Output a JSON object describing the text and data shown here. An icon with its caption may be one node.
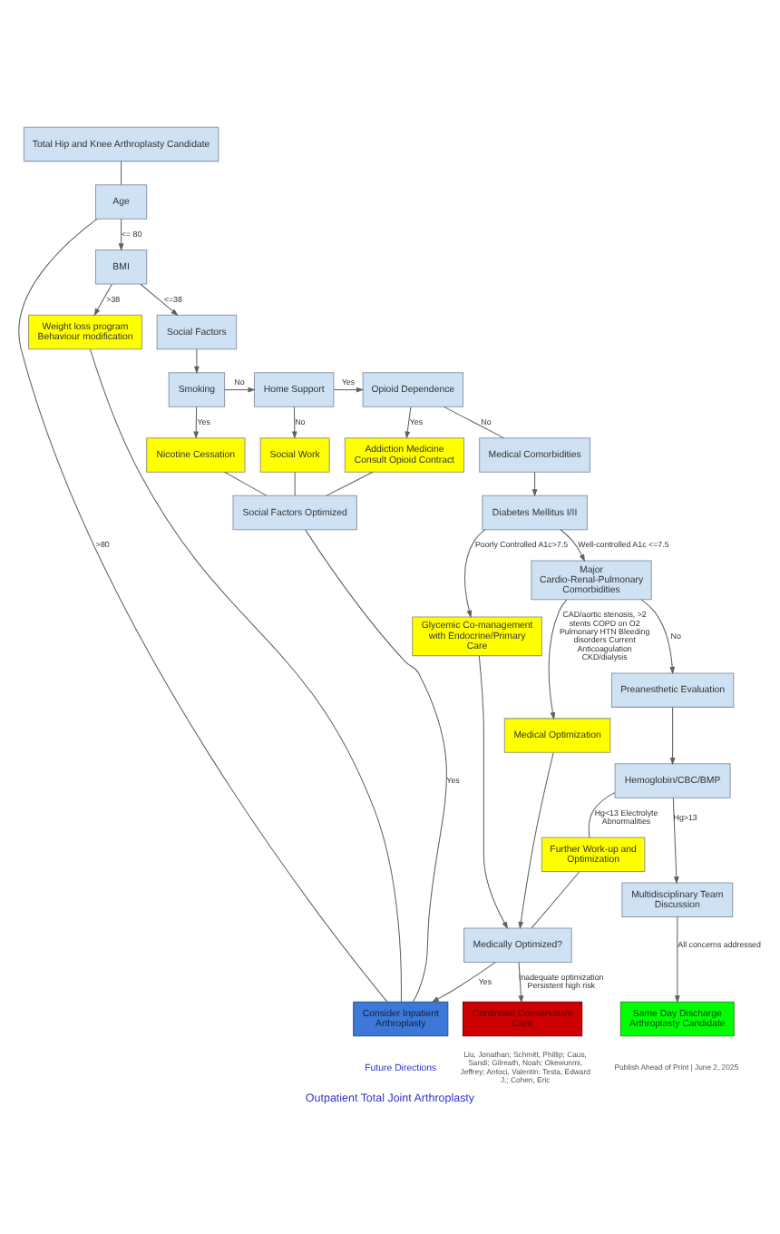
{
  "diagram": {
    "caption": "Outpatient Total Joint Arthroplasty",
    "nodes": [
      {
        "text": [
          "Total Hip and Knee Arthroplasty Candidate"
        ]
      },
      {
        "text": [
          "Age"
        ]
      },
      {
        "text": [
          "BMI"
        ]
      },
      {
        "text": [
          "Weight loss program Behaviour modification"
        ]
      },
      {
        "text": [
          "Social Factors"
        ]
      },
      {
        "text": [
          "Smoking"
        ]
      },
      {
        "text": [
          "Home Support"
        ]
      },
      {
        "text": [
          "Opioid Dependence"
        ]
      },
      {
        "text": [
          "Nicotine Cessation"
        ]
      },
      {
        "text": [
          "Social Work"
        ]
      },
      {
        "text": [
          "Addiction Medicine Consult Opioid Contract"
        ]
      },
      {
        "text": [
          "Social Factors Optimized"
        ]
      },
      {
        "text": [
          "Medical Comorbidities"
        ]
      },
      {
        "text": [
          "Diabetes Mellitus I/II"
        ]
      },
      {
        "text": [
          "Glycemic Co-management with Endocrine/Primary Care"
        ]
      },
      {
        "text": [
          "Major Cardio-Renal-Pulmonary Comorbidities"
        ]
      },
      {
        "text": [
          "Medical Optimization"
        ]
      },
      {
        "text": [
          "Preanesthetic Evaluation"
        ]
      },
      {
        "text": [
          "Hemoglobin/CBC/BMP"
        ]
      },
      {
        "text": [
          "Further Work-up and Optimization"
        ]
      },
      {
        "text": [
          "Multidisciplinary Team Discussion"
        ]
      },
      {
        "text": [
          "Medically Optimized?"
        ]
      },
      {
        "text": [
          "Consider Inpatient Arthroplasty"
        ]
      },
      {
        "text": [
          "Continued Conservative Care"
        ]
      },
      {
        "text": [
          "Same Day Discharge Arthroplasty Candidate"
        ]
      }
    ],
    "edges": [
      {
        "from": 0,
        "to": 1,
        "arrow": "none"
      },
      {
        "from": 1,
        "to": 22,
        "label": ">80",
        "arrow": "none"
      },
      {
        "from": 1,
        "to": 2,
        "label": "<= 80",
        "arrow": "to"
      },
      {
        "from": 2,
        "to": 3,
        "label": ">38",
        "arrow": "to"
      },
      {
        "from": 2,
        "to": 4,
        "label": "<=38",
        "arrow": "to"
      },
      {
        "from": 3,
        "to": 22,
        "arrow": "none"
      },
      {
        "from": 4,
        "to": 5,
        "arrow": "to"
      },
      {
        "from": 5,
        "to": 6,
        "label": "No",
        "arrow": "to"
      },
      {
        "from": 6,
        "to": 7,
        "label": "Yes",
        "arrow": "to"
      },
      {
        "from": 5,
        "to": 8,
        "label": "Yes",
        "arrow": "to"
      },
      {
        "from": 6,
        "to": 9,
        "label": "No",
        "arrow": "to"
      },
      {
        "from": 7,
        "to": 10,
        "label": "Yes",
        "arrow": "to"
      },
      {
        "from": 7,
        "to": 12,
        "label": "No",
        "arrow": "none"
      },
      {
        "from": 8,
        "to": 11,
        "arrow": "none"
      },
      {
        "from": 9,
        "to": 11,
        "arrow": "none"
      },
      {
        "from": 10,
        "to": 11,
        "arrow": "none"
      },
      {
        "from": 11,
        "to": 22,
        "label": "Yes",
        "arrow": "none"
      },
      {
        "from": 12,
        "to": 13,
        "arrow": "to"
      },
      {
        "from": 13,
        "to": 14,
        "label": "Poorly Controlled A1c>7.5",
        "arrow": "to"
      },
      {
        "from": 13,
        "to": 15,
        "label": "Well-controlled A1c <=7.5",
        "arrow": "to"
      },
      {
        "from": 15,
        "to": 16,
        "label": "CAD/aortic stenosis, >2 stents COPD on O2 Pulmonary HTN Bleeding disorders Current Anticoagulation CKD/dialysis",
        "arrow": "to"
      },
      {
        "from": 15,
        "to": 17,
        "label": "No",
        "arrow": "to"
      },
      {
        "from": 14,
        "to": 21,
        "arrow": "to"
      },
      {
        "from": 16,
        "to": 21,
        "arrow": "to"
      },
      {
        "from": 17,
        "to": 18,
        "arrow": "to"
      },
      {
        "from": 18,
        "to": 19,
        "label": "Hg<13 Electrolyte Abnormalities",
        "arrow": "none"
      },
      {
        "from": 19,
        "to": 21,
        "arrow": "none"
      },
      {
        "from": 18,
        "to": 20,
        "label": "Hg>13",
        "arrow": "to"
      },
      {
        "from": 20,
        "to": 24,
        "label": "All concerns addressed",
        "arrow": "to"
      },
      {
        "from": 21,
        "to": 22,
        "label": "Yes",
        "arrow": "to"
      },
      {
        "from": 21,
        "to": 23,
        "label": "Inadequate optimization Persistent high risk",
        "arrow": "to"
      }
    ],
    "labels": [
      "Future Directions",
      "Liu, Jonathan; Schmitt, Phillip; Caus, Sandi; Gilreath, Noah; Okewunmi, Jeffrey; Antoci, Valentin; Testa, Edward J.; Cohen, Eric",
      "Publish Ahead of Print | June 2, 2025"
    ]
  }
}
